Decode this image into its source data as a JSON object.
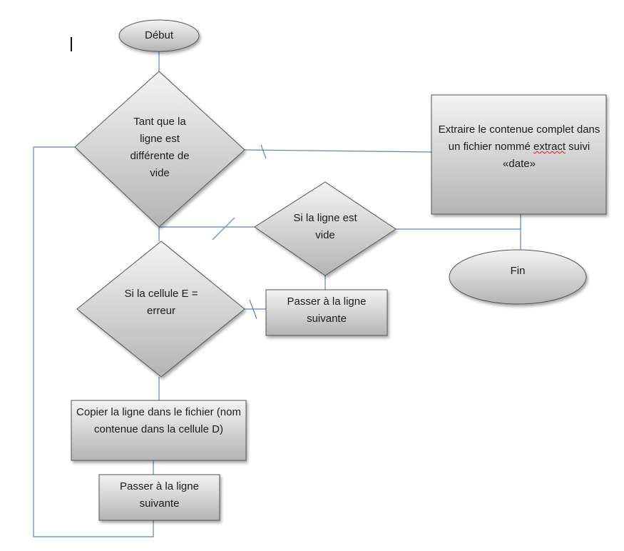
{
  "flowchart": {
    "start": "Début",
    "loop_condition": "Tant que la ligne est différente de vide",
    "extract_action": {
      "prefix": "Extraire le contenue complet dans un fichier nommé ",
      "underlined": "extract",
      "suffix": " suivi «date»"
    },
    "empty_check": "Si la ligne est vide",
    "end": "Fin",
    "cell_check": "Si la cellule E = erreur",
    "next_line_right": "Passer à la ligne suivante",
    "copy_action": "Copier la ligne dans le fichier (nom contenue dans la cellule D)",
    "next_line_bottom": "Passer à la ligne suivante"
  },
  "colors": {
    "connector": "#5b86b5",
    "shape_border": "#555555",
    "gradient_top": "#f4f4f4",
    "gradient_bottom": "#b4b4b4"
  }
}
